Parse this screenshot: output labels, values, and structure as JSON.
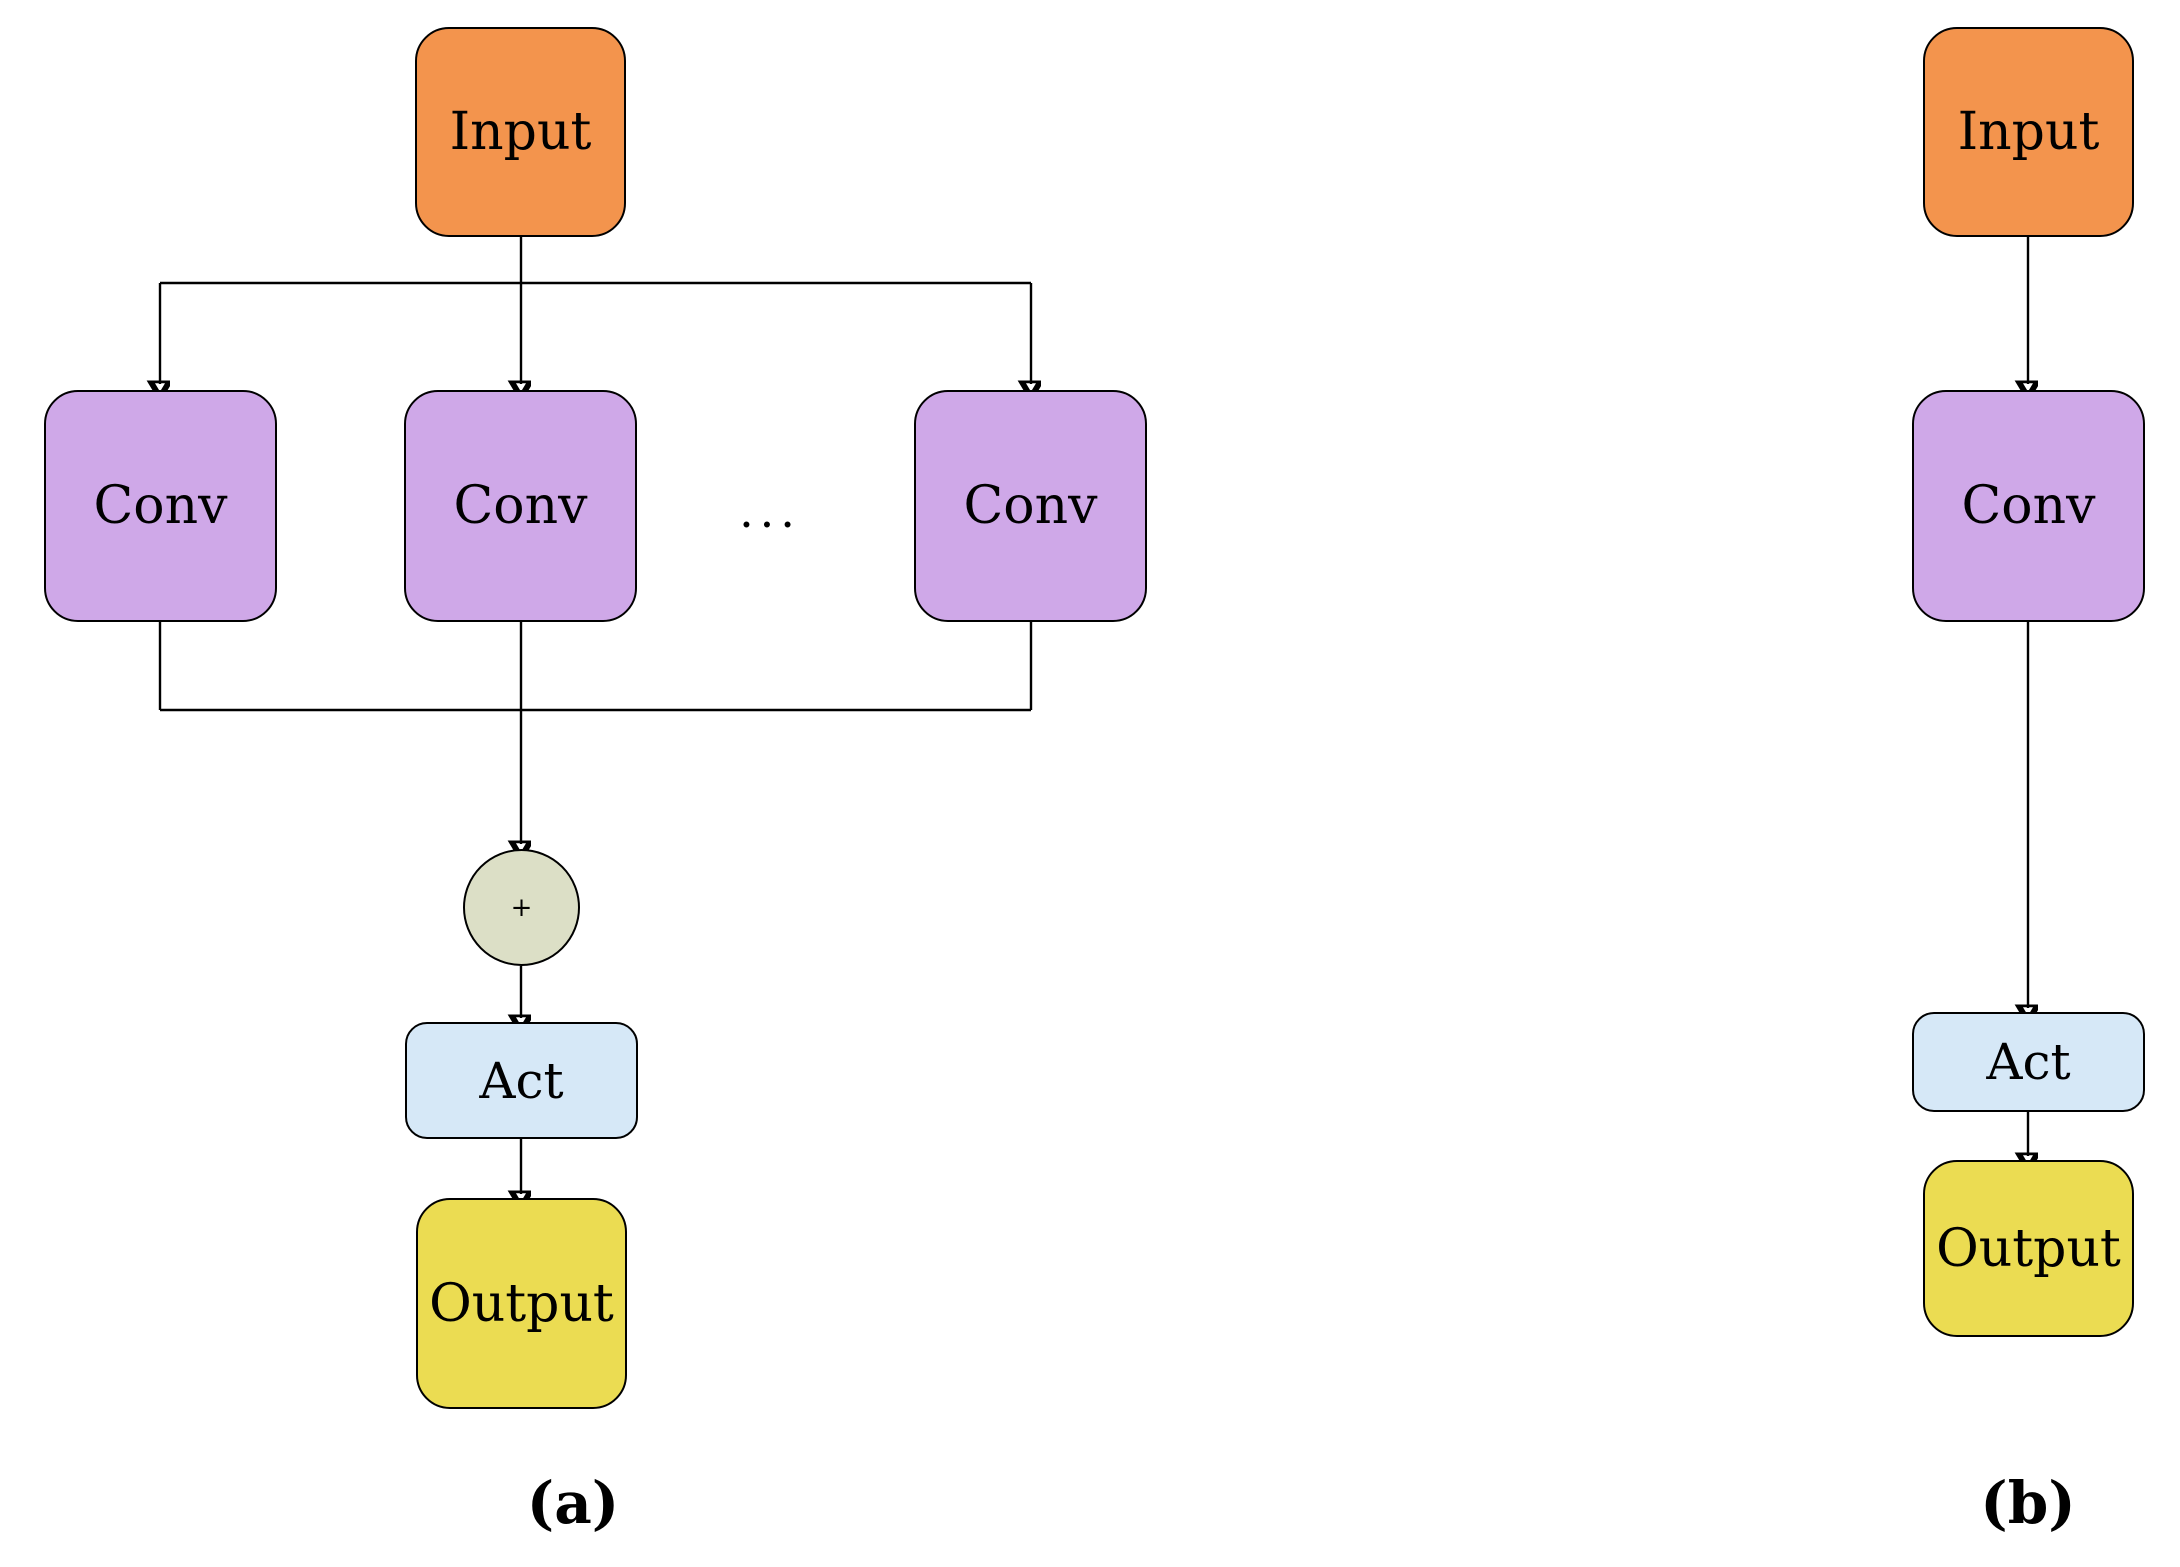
{
  "figure": {
    "background_color": "#ffffff",
    "panels": [
      {
        "id": "a",
        "caption": "(a)",
        "nodes": [
          {
            "key": "input",
            "label": "Input",
            "color": "#F3944D"
          },
          {
            "key": "conv1",
            "label": "Conv",
            "color": "#CFA8E8"
          },
          {
            "key": "conv2",
            "label": "Conv",
            "color": "#CFA8E8"
          },
          {
            "key": "conv3",
            "label": "Conv",
            "color": "#CFA8E8"
          },
          {
            "key": "sum",
            "label": "+",
            "color": "#DCDFC6"
          },
          {
            "key": "act",
            "label": "Act",
            "color": "#D6E8F7"
          },
          {
            "key": "output",
            "label": "Output",
            "color": "#EBDC52"
          }
        ],
        "ellipsis": "..."
      },
      {
        "id": "b",
        "caption": "(b)",
        "nodes": [
          {
            "key": "input",
            "label": "Input",
            "color": "#F3944D"
          },
          {
            "key": "conv",
            "label": "Conv",
            "color": "#CFA8E8"
          },
          {
            "key": "act",
            "label": "Act",
            "color": "#D6E8F7"
          },
          {
            "key": "output",
            "label": "Output",
            "color": "#EBDC52"
          }
        ]
      }
    ]
  },
  "panel_a": {
    "input_label": "Input",
    "conv1_label": "Conv",
    "conv2_label": "Conv",
    "conv3_label": "Conv",
    "ellipsis_label": "...",
    "sum_label": "+",
    "act_label": "Act",
    "output_label": "Output",
    "caption": "(a)"
  },
  "panel_b": {
    "input_label": "Input",
    "conv_label": "Conv",
    "act_label": "Act",
    "output_label": "Output",
    "caption": "(b)"
  },
  "colors": {
    "input": "#F3944D",
    "conv": "#CFA8E8",
    "sum": "#DCDFC6",
    "act": "#D6E8F7",
    "output": "#EBDC52",
    "stroke": "#000000",
    "background": "#ffffff"
  }
}
